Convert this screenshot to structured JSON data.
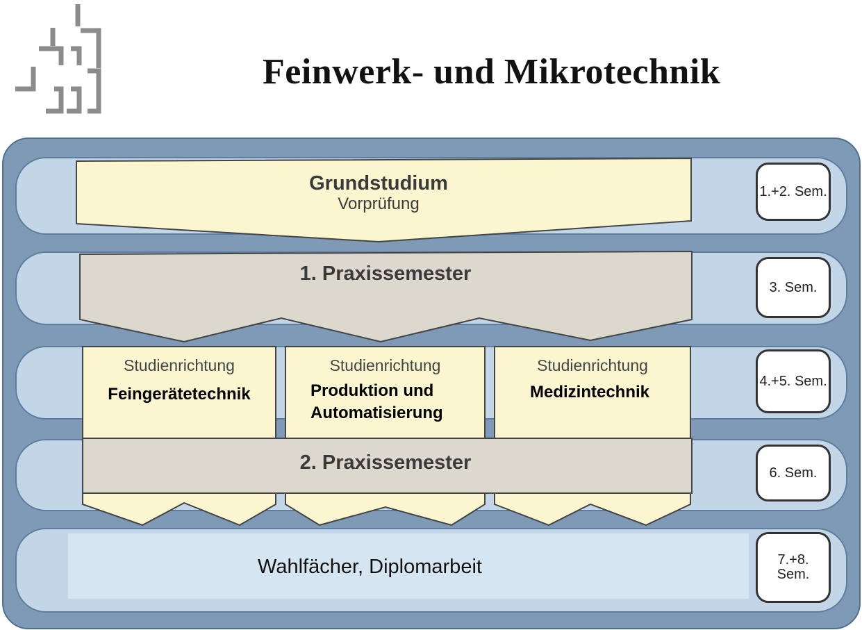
{
  "title": "Feinwerk- und Mikrotechnik",
  "grundstudium": {
    "heading": "Grundstudium",
    "sub": "Vorprüfung"
  },
  "praxis1": "1. Praxissemester",
  "praxis2": "2. Praxissemester",
  "richtungen": [
    {
      "label": "Studienrichtung",
      "name": "Feingerätetechnik"
    },
    {
      "label": "Studienrichtung",
      "name_line1": "Produktion und",
      "name_line2": "Automatisierung"
    },
    {
      "label": "Studienrichtung",
      "name": "Medizintechnik"
    }
  ],
  "final": "Wahlfächer, Diplomarbeit",
  "semesters": [
    "1.+2. Sem.",
    "3. Sem.",
    "4.+5. Sem.",
    "6. Sem.",
    "7.+8.",
    "Sem."
  ],
  "colors": {
    "frame": "#7e9ab7",
    "band": "#c3d6e8",
    "cream": "#fbf6cf",
    "gray": "#dcd8ce"
  }
}
